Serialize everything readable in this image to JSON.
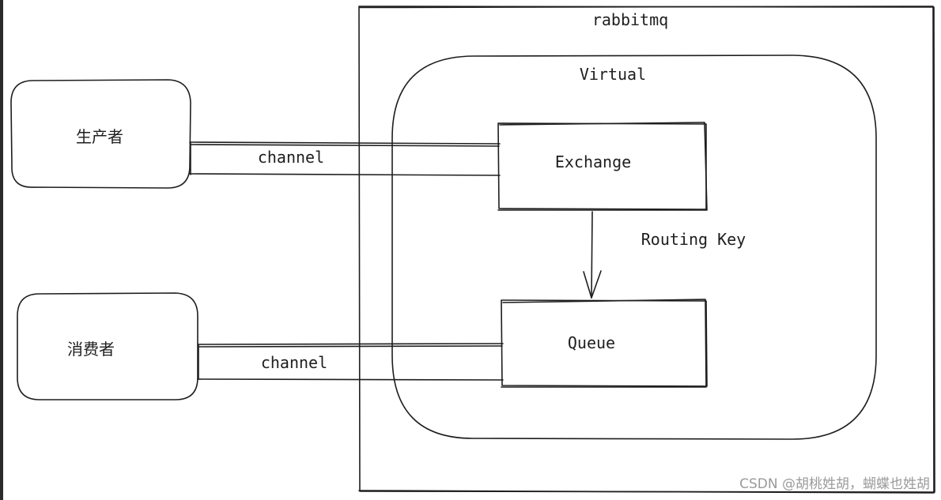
{
  "diagram": {
    "broker_label": "rabbitmq",
    "vhost_label": "Virtual",
    "producer_label": "生产者",
    "consumer_label": "消费者",
    "producer_channel_label": "channel",
    "consumer_channel_label": "channel",
    "exchange_label": "Exchange",
    "queue_label": "Queue",
    "routing_label": "Routing Key"
  },
  "watermark": "CSDN @胡桃姓胡，蝴蝶也姓胡",
  "colors": {
    "stroke": "#1e1e1e",
    "background": "#ffffff",
    "left_edge": "#2b2b2b",
    "watermark": "#9a9a9a"
  }
}
